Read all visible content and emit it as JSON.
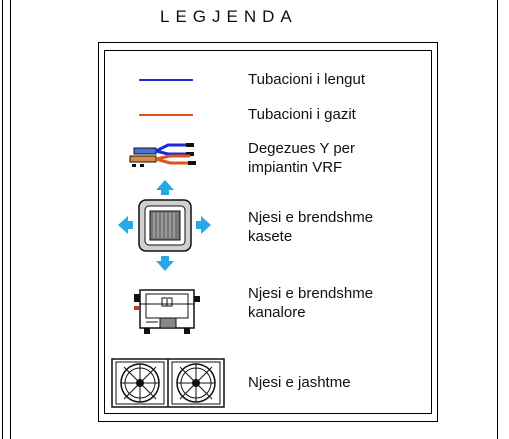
{
  "legend": {
    "title": "LEGJENDA",
    "items": [
      {
        "label": "Tubacioni i lengut",
        "icon": "liquid-pipe-line-icon",
        "color": "#1a2bd6"
      },
      {
        "label": "Tubacioni i gazit",
        "icon": "gas-pipe-line-icon",
        "color": "#e0531f"
      },
      {
        "label": "Degezues Y per\nimpiantin VRF",
        "icon": "y-branch-joint-icon"
      },
      {
        "label": "Njesi e brendshme\nkasete",
        "icon": "cassette-unit-icon",
        "arrow_color": "#29a8e8"
      },
      {
        "label": "Njesi e brendshme\nkanalore",
        "icon": "ducted-unit-icon"
      },
      {
        "label": "Njesi e jashtme",
        "icon": "outdoor-unit-icon"
      }
    ]
  }
}
